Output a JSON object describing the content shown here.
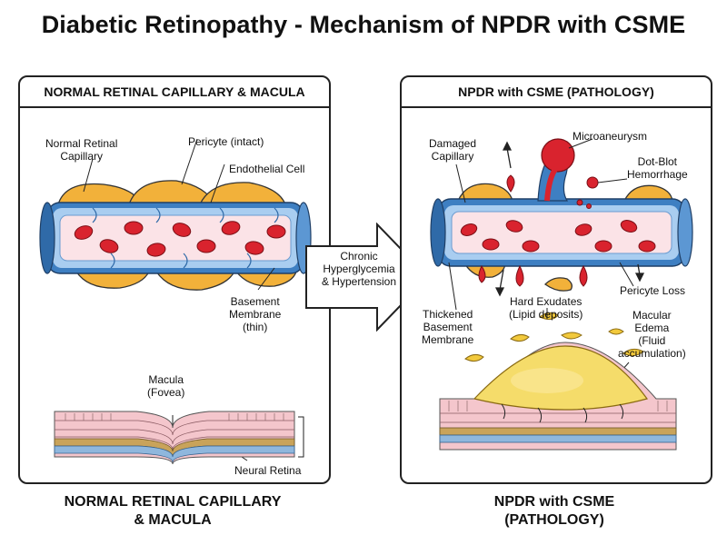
{
  "title": "Diabetic Retinopathy - Mechanism of NPDR with CSME",
  "left_panel": {
    "header": "NORMAL RETINAL CAPILLARY & MACULA",
    "labels": {
      "normal_capillary": "Normal Retinal\nCapillary",
      "pericyte": "Pericyte (intact)",
      "endothelial": "Endothelial Cell",
      "basement": "Basement\nMembrane\n(thin)",
      "macula": "Macula\n(Fovea)",
      "neural_retina": "Neural Retina"
    },
    "caption": "NORMAL RETINAL CAPILLARY\n& MACULA"
  },
  "arrow": {
    "label": "Chronic\nHyperglycemia\n& Hypertension"
  },
  "right_panel": {
    "header": "NPDR with CSME (PATHOLOGY)",
    "labels": {
      "damaged_capillary": "Damaged\nCapillary",
      "microaneurysm": "Microaneurysm",
      "hemorrhage": "Dot-Blot\nHemorrhage",
      "pericyte_loss": "Pericyte Loss",
      "thickened": "Thickened\nBasement\nMembrane",
      "exudates": "Hard Exudates\n(Lipid deposits)",
      "edema": "Macular\nEdema\n(Fluid\naccumulation)"
    },
    "caption": "NPDR with CSME\n(PATHOLOGY)"
  },
  "colors": {
    "vessel_wall": "#3e7fc2",
    "vessel_wall_light": "#a9cdf0",
    "plasma": "#fbe3e7",
    "rbc": "#d9232e",
    "pericyte": "#f2b13a",
    "retina_pink": "#f4c6cc",
    "fluid": "#f5dc6a",
    "exudate": "#f2c93c"
  }
}
